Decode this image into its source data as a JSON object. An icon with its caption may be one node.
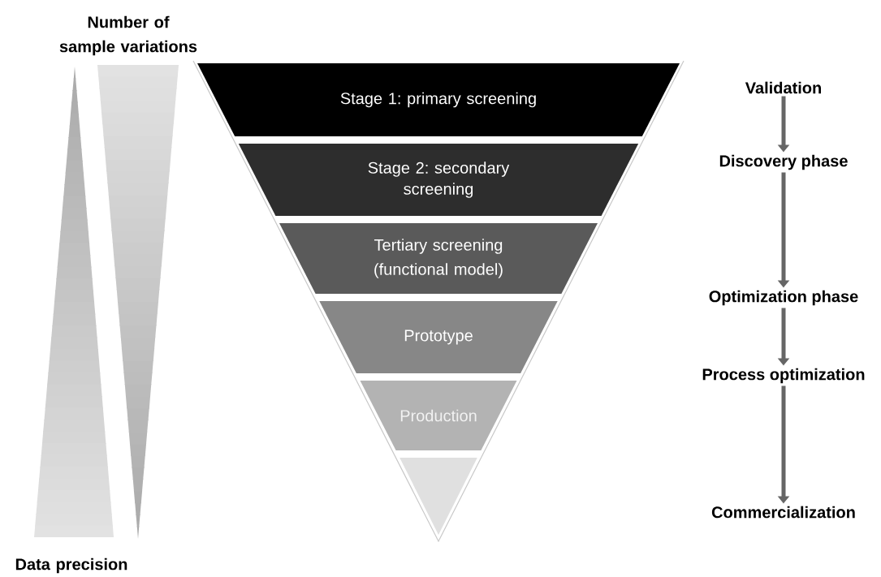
{
  "diagram": {
    "nodes": [
      {
        "text": [
          "Stage 1: primary screening"
        ]
      },
      {
        "text": [
          "Stage 2: secondary screening"
        ]
      },
      {
        "text": [
          "Tertiary screening (functional model)"
        ]
      },
      {
        "text": [
          "Prototype"
        ]
      },
      {
        "text": [
          "Production"
        ]
      },
      {
        "text": [],
        "shape": "triangle"
      },
      {
        "text": [
          "Validation"
        ]
      },
      {
        "text": [
          "Discovery phase"
        ]
      },
      {
        "text": [
          "Optimization phase"
        ]
      },
      {
        "text": [
          "Process optimization"
        ]
      },
      {
        "text": [
          "Commercialization"
        ]
      }
    ],
    "edges": [
      {
        "from": 6,
        "to": 7,
        "arrow": "to"
      },
      {
        "from": 7,
        "to": 8,
        "arrow": "to"
      },
      {
        "from": 8,
        "to": 9,
        "arrow": "to"
      },
      {
        "from": 9,
        "to": 10,
        "arrow": "to"
      }
    ],
    "labels": [
      "Number of sample variations",
      "Data precision"
    ]
  }
}
